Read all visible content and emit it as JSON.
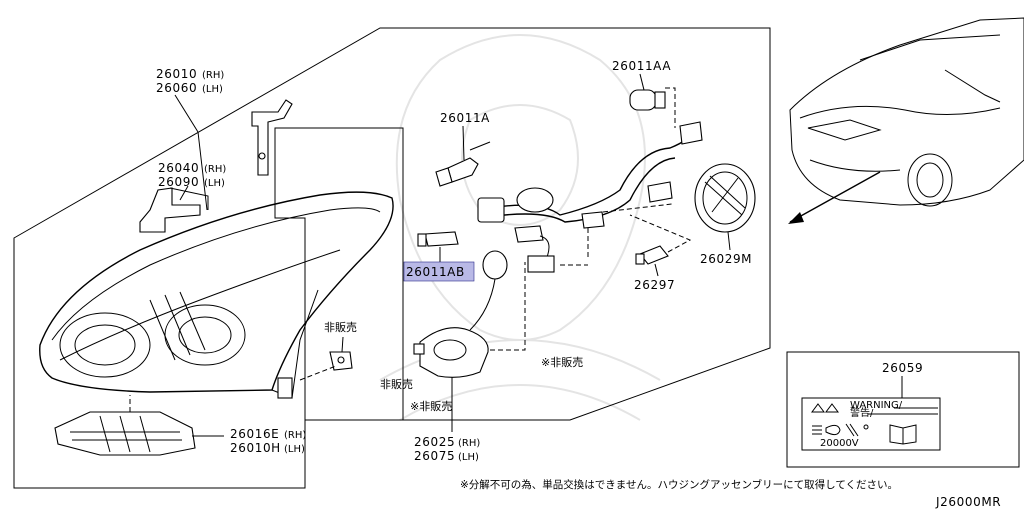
{
  "callouts": {
    "p26010": "26010",
    "p26010_side": "(RH)",
    "p26060": "26060",
    "p26060_side": "(LH)",
    "p26040": "26040",
    "p26040_side": "(RH)",
    "p26090": "26090",
    "p26090_side": "(LH)",
    "p26011A": "26011A",
    "p26011AA": "26011AA",
    "p26011AB": "26011AB",
    "p26029M": "26029M",
    "p26297": "26297",
    "p26016E": "26016E",
    "p26016E_side": "(RH)",
    "p26010H": "26010H",
    "p26010H_side": "(LH)",
    "p26025": "26025",
    "p26025_side": "(RH)",
    "p26075": "26075",
    "p26075_side": "(LH)",
    "p26059": "26059"
  },
  "not_for_sale": {
    "plain_1": "非販売",
    "plain_2": "非販売",
    "marked_1": "※非販売",
    "marked_2": "※非販売"
  },
  "warning_label": {
    "warning_text": "WARNING/",
    "jp_text": "警告/",
    "voltage": "20000V"
  },
  "footnote": "※分解不可の為、単品交換はできません。ハウジングアッセンブリーにて取得してください。",
  "diagram_code": "J26000MR",
  "highlight_color": "#b9b9e6"
}
